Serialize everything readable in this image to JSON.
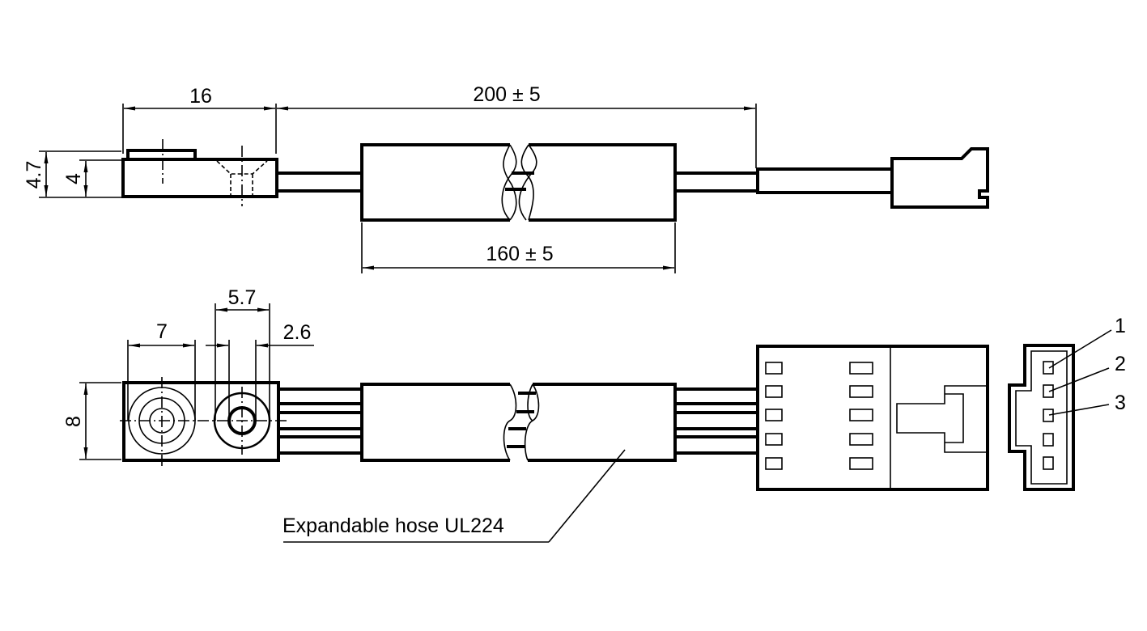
{
  "drawing": {
    "top_view": {
      "dim_width": "16",
      "dim_cable_length": "200 ± 5",
      "dim_hose_length": "160 ± 5",
      "dim_height_total": "4.7",
      "dim_height_body": "4"
    },
    "bottom_view": {
      "dim_hole_spacing": "7",
      "dim_counterbore": "5.7",
      "dim_hole": "2.6",
      "dim_depth": "8",
      "callout_hose": "Expandable hose UL224"
    },
    "connector": {
      "pins": [
        {
          "label": "1"
        },
        {
          "label": "2"
        },
        {
          "label": "3"
        }
      ]
    }
  }
}
